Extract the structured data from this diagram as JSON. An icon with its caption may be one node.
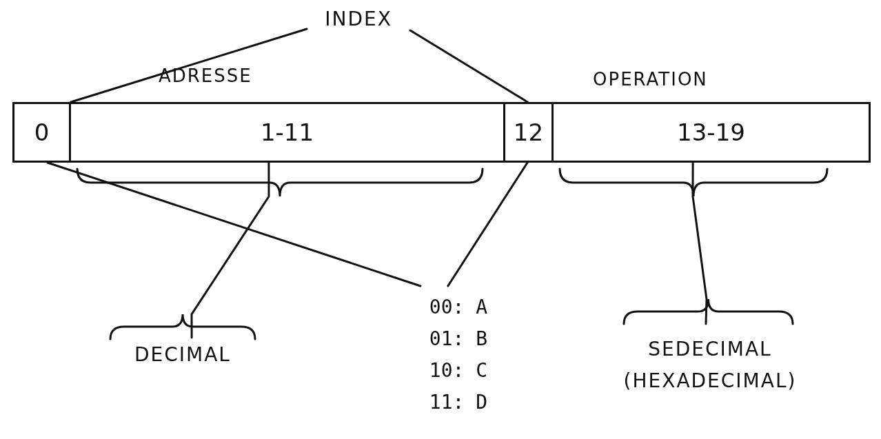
{
  "diagram": {
    "nodes": [
      {
        "text": [
          "0"
        ]
      },
      {
        "text": [
          "1-11"
        ]
      },
      {
        "text": [
          "12"
        ]
      },
      {
        "text": [
          "13-19"
        ]
      },
      {
        "text": [
          "INDEX"
        ]
      },
      {
        "text": [
          "DECIMAL"
        ]
      },
      {
        "text": [
          "00: A",
          "01: B",
          "10: C",
          "11: D"
        ]
      },
      {
        "text": [
          "SEDECIMAL",
          "(HEXADECIMAL)"
        ]
      }
    ],
    "edges": [
      {
        "from": 4,
        "to": 0,
        "arrow": "none"
      },
      {
        "from": 4,
        "to": 2,
        "arrow": "none"
      },
      {
        "from": 1,
        "to": 5,
        "arrow": "none"
      },
      {
        "from": 0,
        "to": 6,
        "arrow": "none"
      },
      {
        "from": 2,
        "to": 6,
        "arrow": "none"
      },
      {
        "from": 3,
        "to": 7,
        "arrow": "none"
      }
    ],
    "labels": [
      "ADRESSE",
      "OPERATION"
    ]
  }
}
